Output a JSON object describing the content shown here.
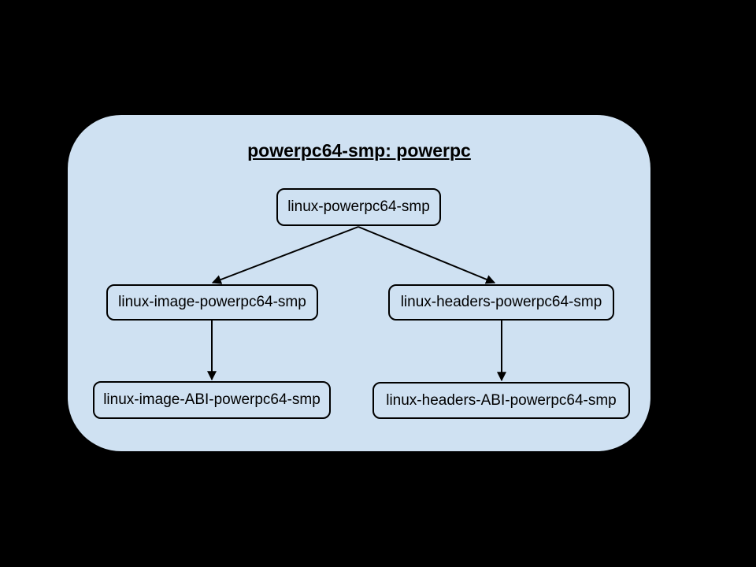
{
  "diagram": {
    "title": "powerpc64-smp: powerpc",
    "colors": {
      "background": "#000000",
      "cluster_fill": "#cfe1f2",
      "node_fill": "#cfe1f2",
      "stroke": "#000000",
      "text": "#000000"
    },
    "nodes": [
      {
        "label": "linux-powerpc64-smp"
      },
      {
        "label": "linux-image-powerpc64-smp"
      },
      {
        "label": "linux-headers-powerpc64-smp"
      },
      {
        "label": "linux-image-ABI-powerpc64-smp"
      },
      {
        "label": "linux-headers-ABI-powerpc64-smp"
      }
    ],
    "edges": [
      {
        "from": "linux-powerpc64-smp",
        "to": "linux-image-powerpc64-smp"
      },
      {
        "from": "linux-powerpc64-smp",
        "to": "linux-headers-powerpc64-smp"
      },
      {
        "from": "linux-image-powerpc64-smp",
        "to": "linux-image-ABI-powerpc64-smp"
      },
      {
        "from": "linux-headers-powerpc64-smp",
        "to": "linux-headers-ABI-powerpc64-smp"
      }
    ]
  }
}
